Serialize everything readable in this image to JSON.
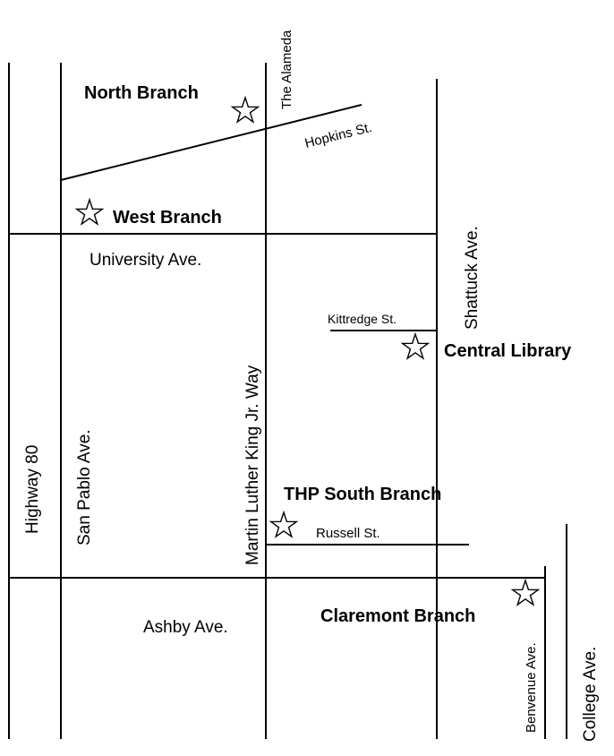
{
  "streets": {
    "the_alameda": "The Alameda",
    "hopkins": "Hopkins St.",
    "university": "University Ave.",
    "shattuck": "Shattuck Ave.",
    "kittredge": "Kittredge St.",
    "highway80": "Highway 80",
    "san_pablo": "San Pablo Ave.",
    "mlk": "Martin Luther King Jr. Way",
    "russell": "Russell St.",
    "ashby": "Ashby Ave.",
    "benvenue": "Benvenue Ave.",
    "college": "College Ave."
  },
  "branches": {
    "north": "North Branch",
    "west": "West Branch",
    "central": "Central Library",
    "thp_south": "THP South Branch",
    "claremont": "Claremont Branch"
  },
  "colors": {
    "ink": "#000000",
    "background": "#ffffff"
  },
  "marker_icon": "star-outline-icon"
}
